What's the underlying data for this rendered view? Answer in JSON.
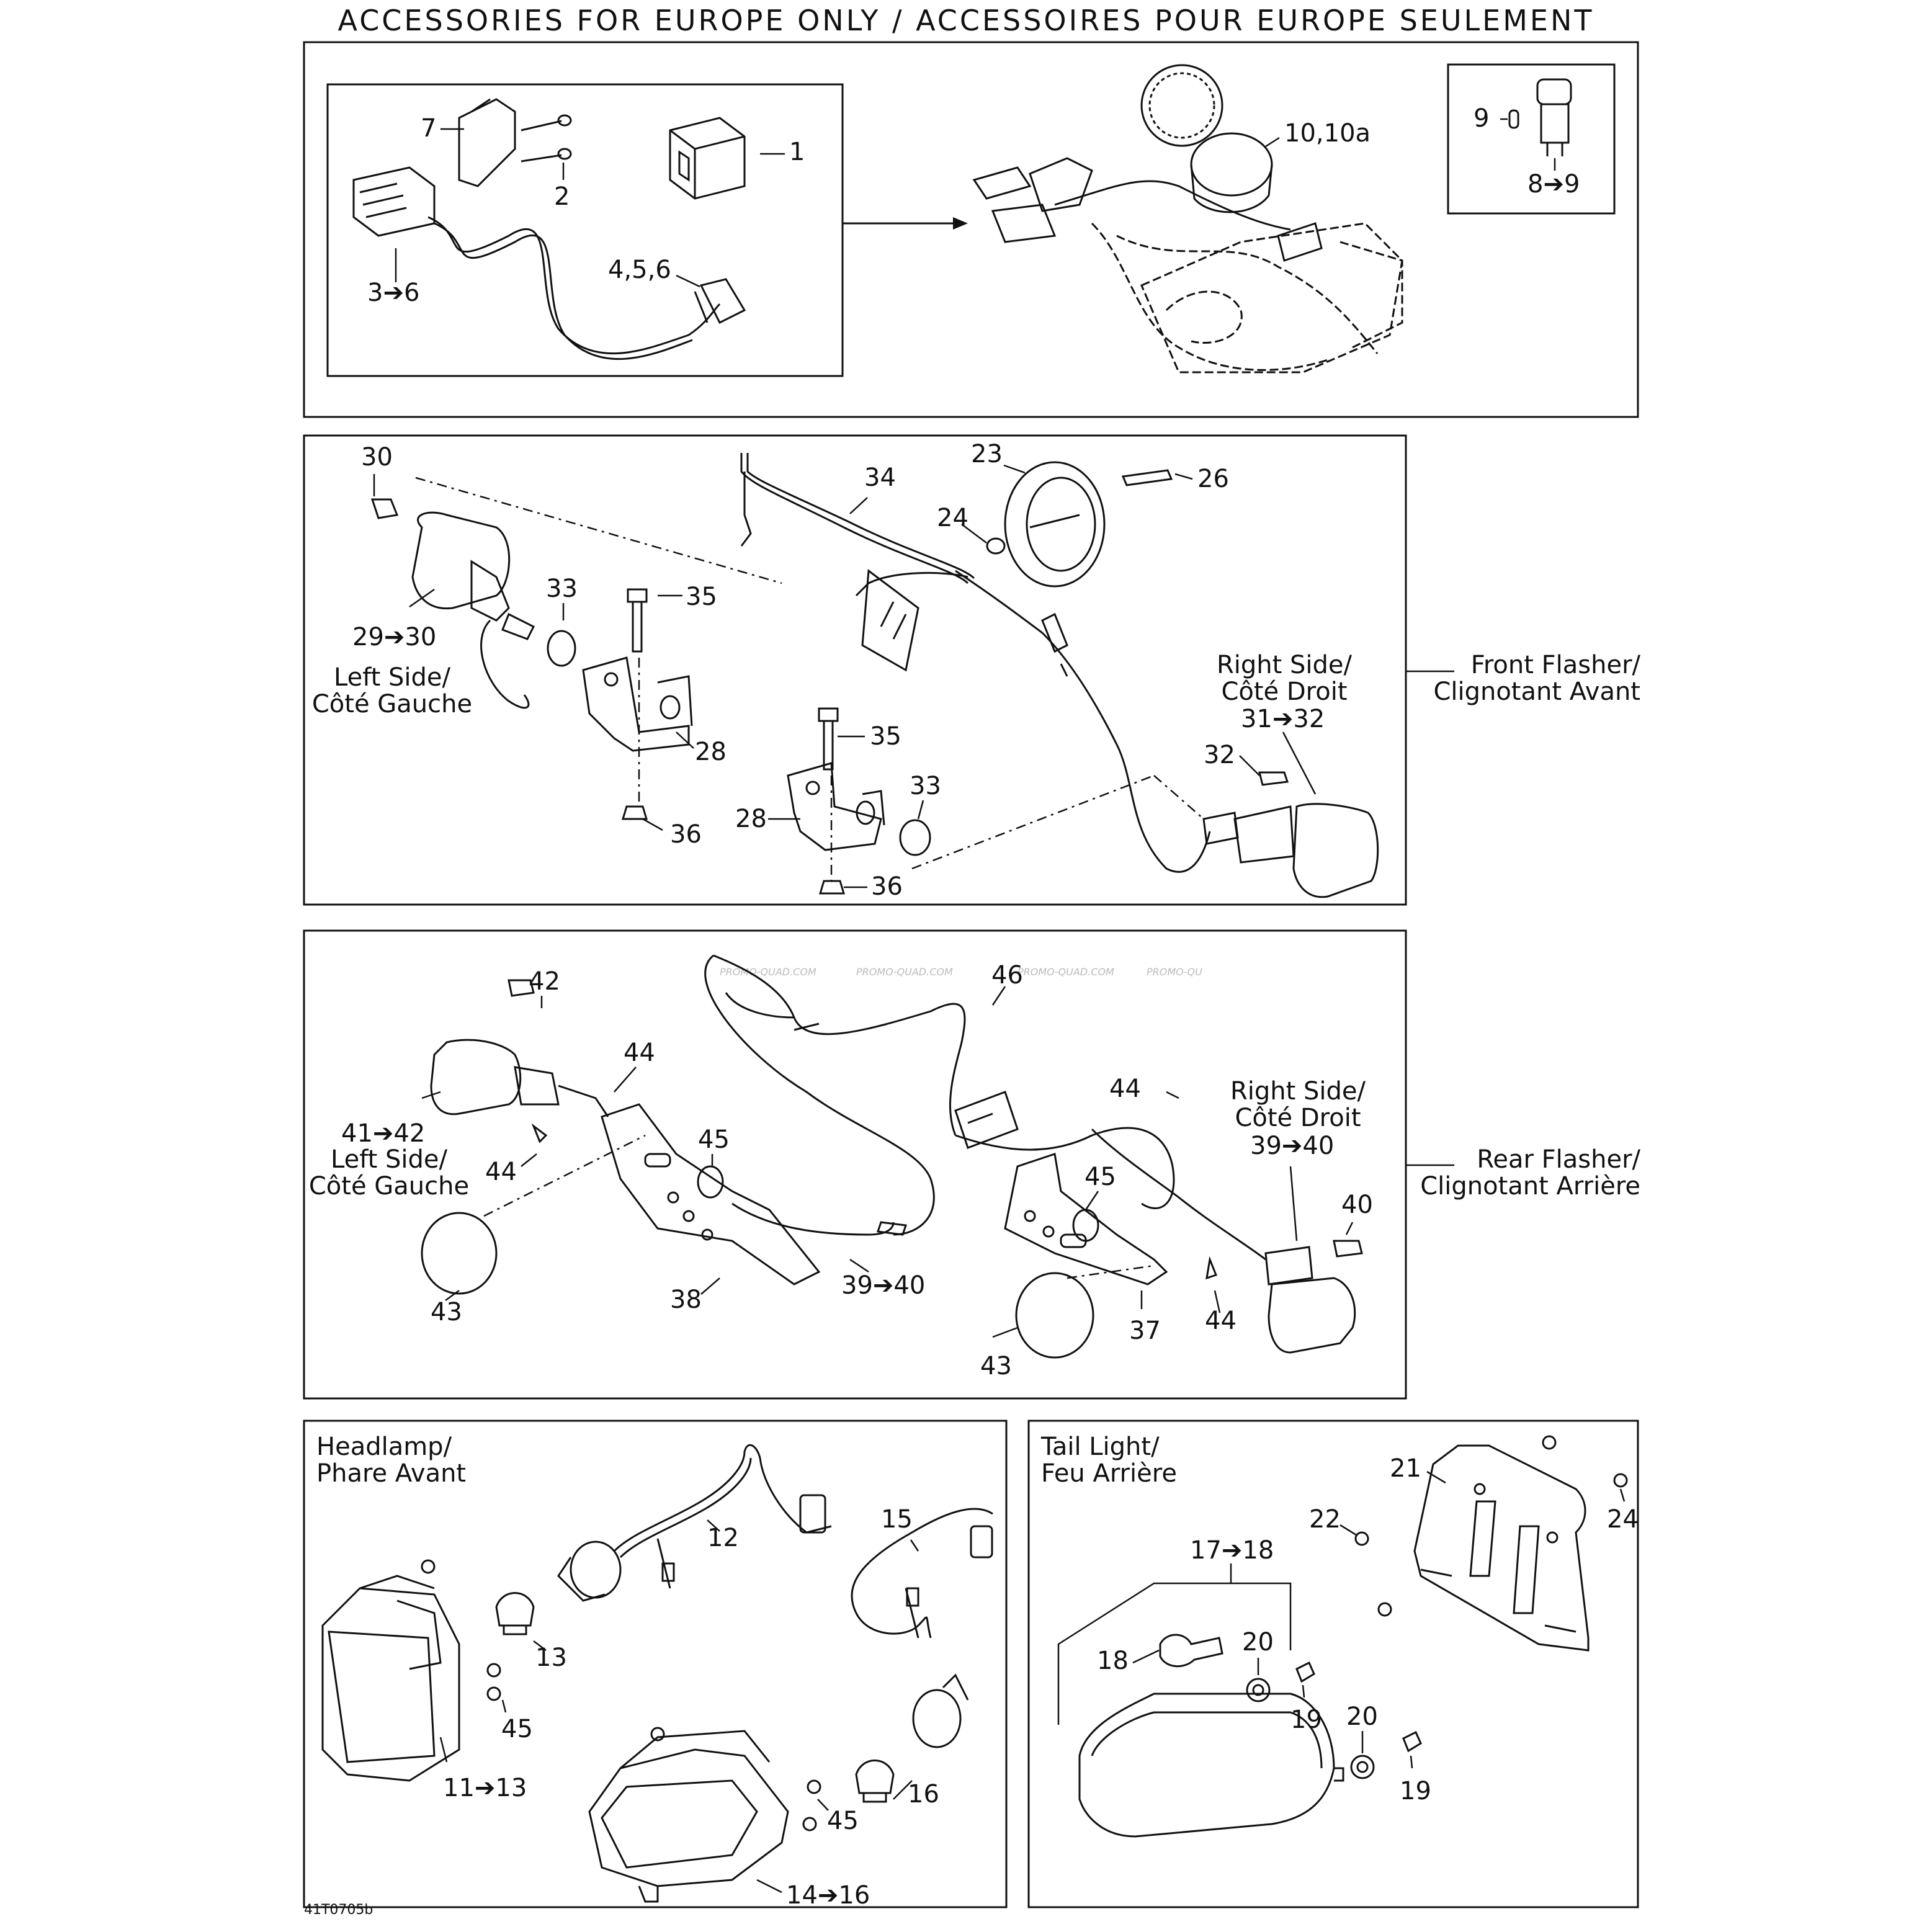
{
  "title": "ACCESSORIES FOR EUROPE ONLY / ACCESSOIRES POUR EUROPE SEULEMENT",
  "drawing_code": "41T0705b",
  "watermark": "PROMO-QUAD.COM",
  "panel1": {
    "callouts": [
      "7",
      "1",
      "2",
      "3➔6",
      "4,5,6",
      "10,10a",
      "9",
      "8➔9"
    ]
  },
  "panel2": {
    "section_label_line1": "Front Flasher/",
    "section_label_line2": "Clignotant Avant",
    "left_side_line1": "Left Side/",
    "left_side_line2": "Côté Gauche",
    "right_side_line1": "Right Side/",
    "right_side_line2": "Côté Droit",
    "callouts": [
      "30",
      "34",
      "23",
      "26",
      "24",
      "33",
      "35",
      "29➔30",
      "28",
      "31➔32",
      "32",
      "35",
      "33",
      "28",
      "36",
      "36"
    ]
  },
  "panel3": {
    "section_label_line1": "Rear Flasher/",
    "section_label_line2": "Clignotant Arrière",
    "left_side_line1": "Left Side/",
    "left_side_line2": "Côté Gauche",
    "right_side_line1": "Right Side/",
    "right_side_line2": "Côté Droit",
    "callouts": [
      "42",
      "46",
      "44",
      "44",
      "41➔42",
      "45",
      "44",
      "45",
      "39➔40",
      "40",
      "43",
      "38",
      "39➔40",
      "37",
      "44",
      "43"
    ]
  },
  "panel4": {
    "caption_line1": "Headlamp/",
    "caption_line2": "Phare Avant",
    "callouts": [
      "12",
      "15",
      "13",
      "45",
      "11➔13",
      "16",
      "45",
      "14➔16"
    ]
  },
  "panel5": {
    "caption_line1": "Tail Light/",
    "caption_line2": "Feu Arrière",
    "callouts": [
      "21",
      "22",
      "24",
      "17➔18",
      "18",
      "20",
      "19",
      "20",
      "19"
    ]
  }
}
